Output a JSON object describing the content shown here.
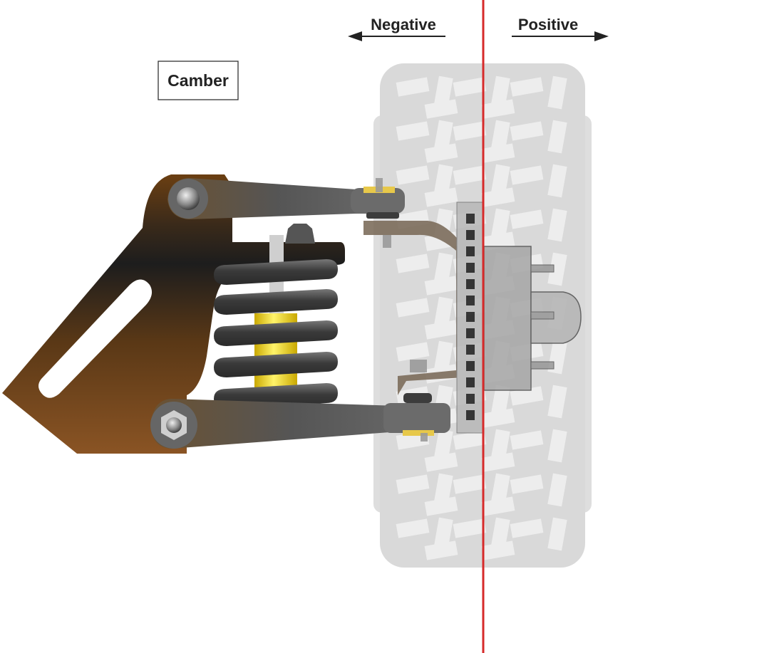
{
  "labels": {
    "title": "Camber",
    "negative": "Negative",
    "positive": "Positive"
  },
  "colors": {
    "reference_line": "#d62a2a",
    "tire": "#d4d4d4",
    "tread": "#ececec",
    "arm": "#4d4d4d",
    "bracket_top": "#1d1d1d",
    "bracket_bottom": "#7a4a1e",
    "spring": "#3a3a3a",
    "damper": "#f0d000"
  }
}
